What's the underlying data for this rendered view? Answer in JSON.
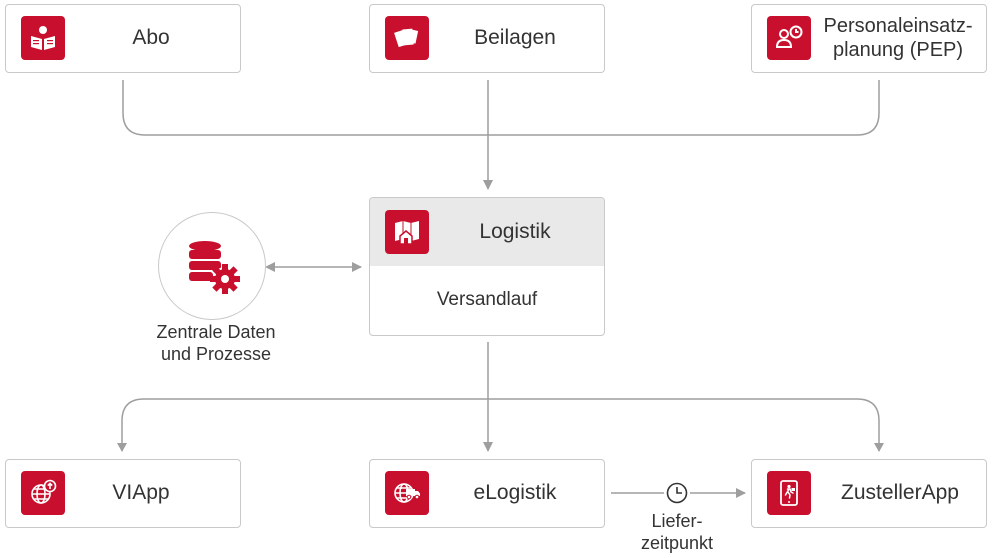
{
  "colors": {
    "accent": "#c8102e",
    "connector": "#9e9e9e",
    "border": "#c9c9c9",
    "header_bg": "#e9e9e9"
  },
  "top": {
    "abo": {
      "label": "Abo",
      "icon": "reader-icon"
    },
    "beilagen": {
      "label": "Beilagen",
      "icon": "inserts-icon"
    },
    "pep": {
      "label_line1": "Personaleinsatz-",
      "label_line2": "planung (PEP)",
      "icon": "staff-schedule-icon"
    }
  },
  "center": {
    "logistik": {
      "title": "Logistik",
      "subtitle": "Versandlauf",
      "icon": "map-house-icon"
    },
    "data": {
      "label_line1": "Zentrale Daten",
      "label_line2": "und Prozesse",
      "icon": "database-gear-icon"
    }
  },
  "bottom": {
    "viapp": {
      "label": "VIApp",
      "icon": "globe-upload-icon"
    },
    "elogistik": {
      "label": "eLogistik",
      "icon": "globe-truck-icon"
    },
    "zustellerapp": {
      "label": "ZustellerApp",
      "icon": "tablet-courier-icon"
    }
  },
  "delivery_time": {
    "label_line1": "Liefer-",
    "label_line2": "zeitpunkt",
    "icon": "clock-icon"
  }
}
